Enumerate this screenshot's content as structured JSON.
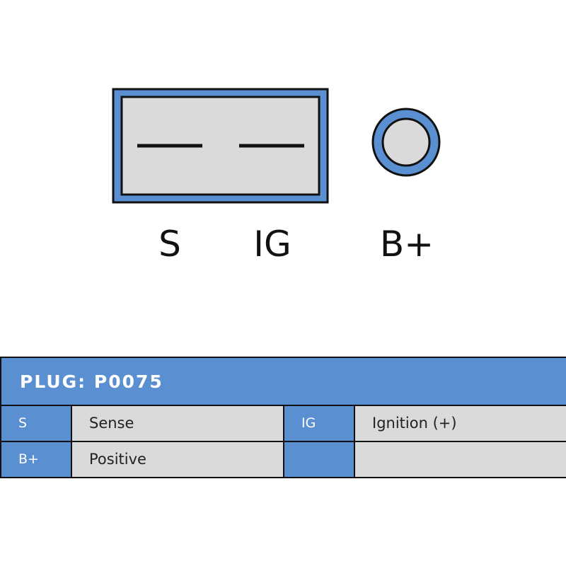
{
  "pins": [
    {
      "code": "S"
    },
    {
      "code": "IG"
    },
    {
      "code": "B+"
    }
  ],
  "legend": {
    "title": "PLUG: P0075",
    "rows": [
      [
        {
          "code": "S",
          "desc": "Sense"
        },
        {
          "code": "IG",
          "desc": "Ignition (+)"
        }
      ],
      [
        {
          "code": "B+",
          "desc": "Positive"
        },
        {
          "code": "",
          "desc": ""
        }
      ]
    ]
  },
  "colors": {
    "accent_blue": "#5a8fd2",
    "connector_fill": "#dadada",
    "outline": "#111111",
    "text_white": "#ffffff"
  }
}
